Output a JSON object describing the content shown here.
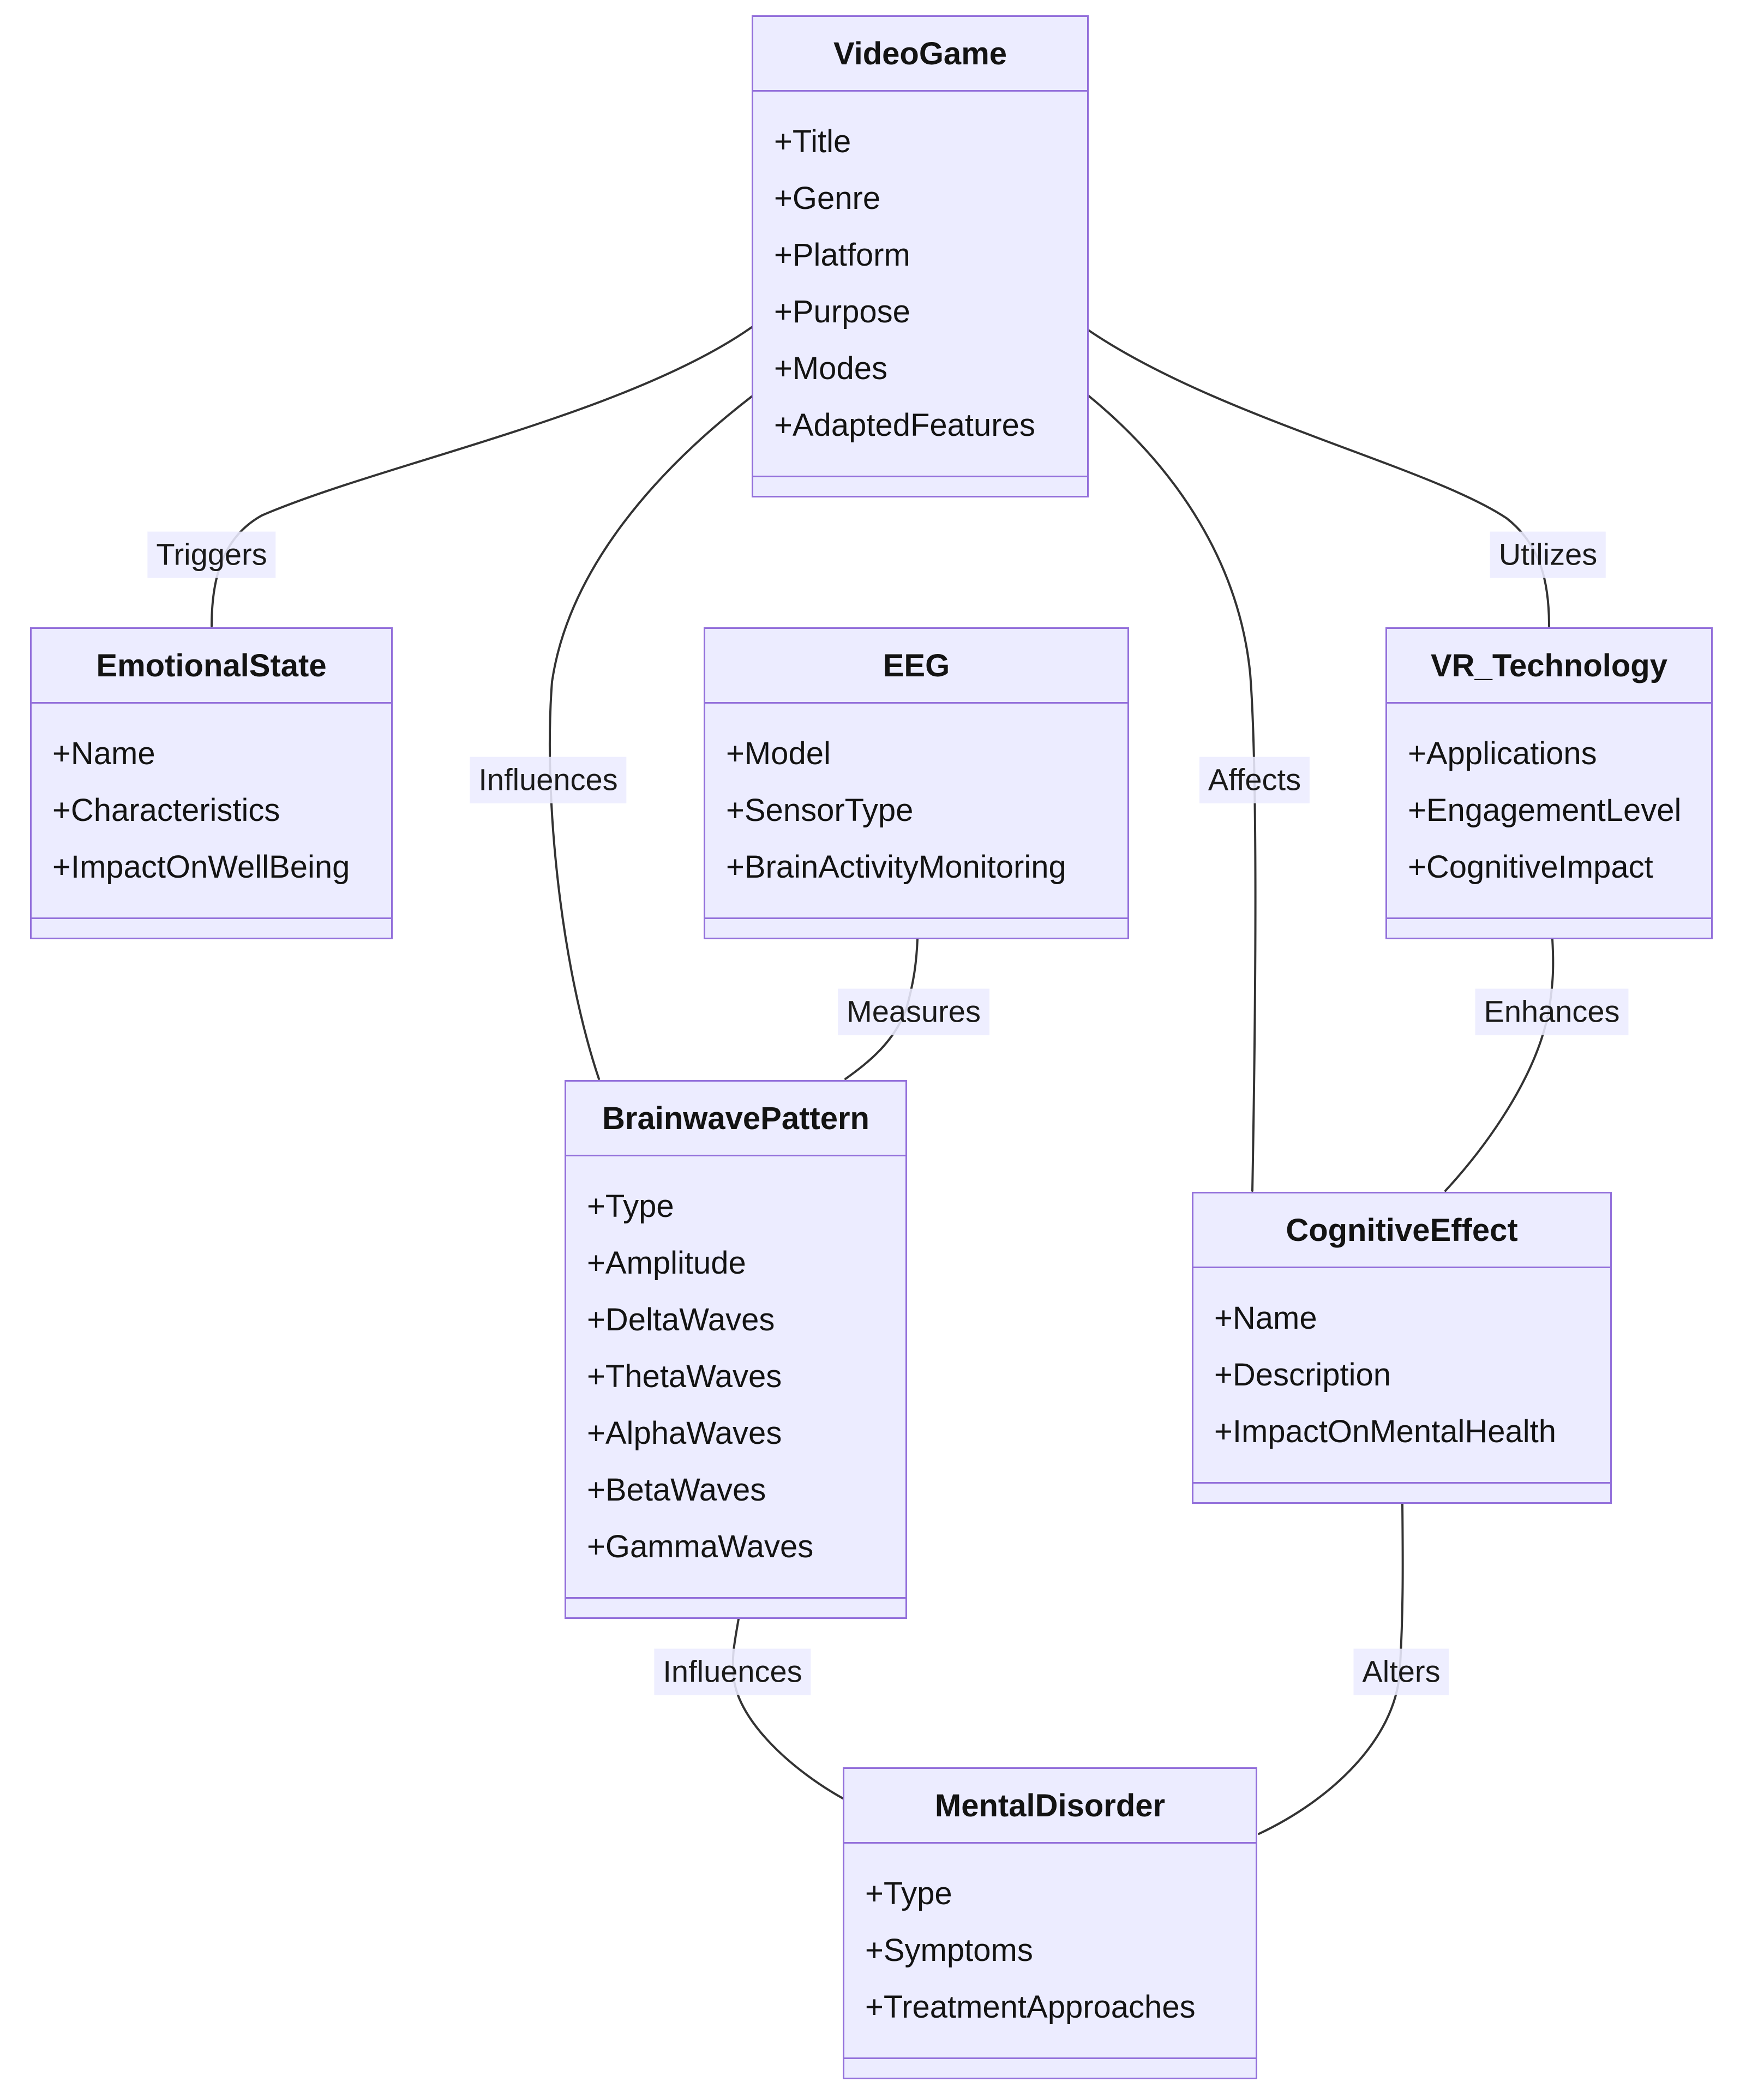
{
  "diagram": {
    "type": "uml-class-diagram",
    "background_color": "#ffffff",
    "colors": {
      "node_fill": "#ECECFF",
      "node_border": "#9370DB",
      "edge_color": "#333333",
      "edge_label_background": "#ECECFF",
      "text_color": "#131313"
    },
    "classes": [
      {
        "title": "VideoGame",
        "attributes": [
          "+Title",
          "+Genre",
          "+Platform",
          "+Purpose",
          "+Modes",
          "+AdaptedFeatures"
        ]
      },
      {
        "title": "EmotionalState",
        "attributes": [
          "+Name",
          "+Characteristics",
          "+ImpactOnWellBeing"
        ]
      },
      {
        "title": "EEG",
        "attributes": [
          "+Model",
          "+SensorType",
          "+BrainActivityMonitoring"
        ]
      },
      {
        "title": "VR_Technology",
        "attributes": [
          "+Applications",
          "+EngagementLevel",
          "+CognitiveImpact"
        ]
      },
      {
        "title": "BrainwavePattern",
        "attributes": [
          "+Type",
          "+Amplitude",
          "+DeltaWaves",
          "+ThetaWaves",
          "+AlphaWaves",
          "+BetaWaves",
          "+GammaWaves"
        ]
      },
      {
        "title": "CognitiveEffect",
        "attributes": [
          "+Name",
          "+Description",
          "+ImpactOnMentalHealth"
        ]
      },
      {
        "title": "MentalDisorder",
        "attributes": [
          "+Type",
          "+Symptoms",
          "+TreatmentApproaches"
        ]
      }
    ],
    "relationships": [
      {
        "from": "VideoGame",
        "to": "EmotionalState",
        "label": "Triggers"
      },
      {
        "from": "VideoGame",
        "to": "BrainwavePattern",
        "label": "Influences"
      },
      {
        "from": "VideoGame",
        "to": "VR_Technology",
        "label": "Utilizes"
      },
      {
        "from": "VideoGame",
        "to": "CognitiveEffect",
        "label": "Affects"
      },
      {
        "from": "EEG",
        "to": "BrainwavePattern",
        "label": "Measures"
      },
      {
        "from": "VR_Technology",
        "to": "CognitiveEffect",
        "label": "Enhances"
      },
      {
        "from": "BrainwavePattern",
        "to": "MentalDisorder",
        "label": "Influences"
      },
      {
        "from": "CognitiveEffect",
        "to": "MentalDisorder",
        "label": "Alters"
      }
    ]
  }
}
